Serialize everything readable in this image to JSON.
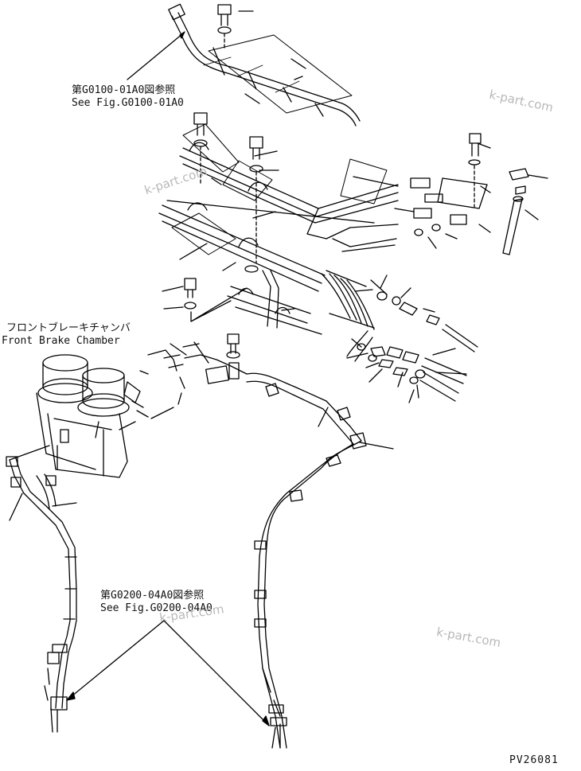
{
  "references": {
    "top": {
      "jp": "第G0100-01A0図参照",
      "en": "See Fig.G0100-01A0"
    },
    "bottom": {
      "jp": "第G0200-04A0図参照",
      "en": "See Fig.G0200-04A0"
    }
  },
  "component_label": {
    "jp": "フロントブレーキチャンバ",
    "en": "Front Brake Chamber"
  },
  "watermarks": [
    "k-part.com",
    "k-part.com",
    "k-part.com",
    "k-part.com"
  ],
  "drawing_code": "PV26081"
}
